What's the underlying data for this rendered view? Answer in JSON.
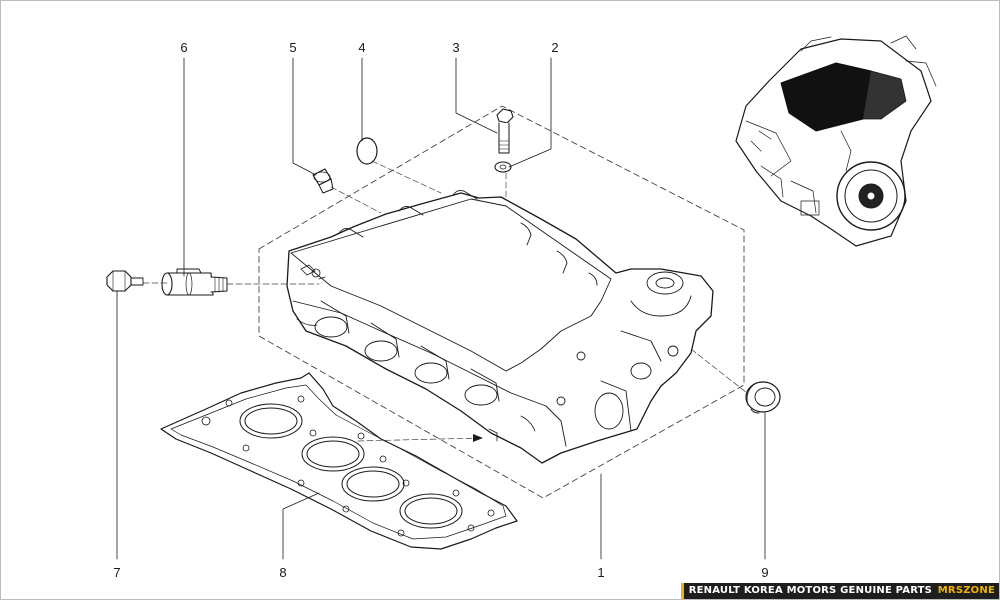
{
  "callouts": [
    {
      "id": "1",
      "label": "1"
    },
    {
      "id": "2",
      "label": "2"
    },
    {
      "id": "3",
      "label": "3"
    },
    {
      "id": "4",
      "label": "4"
    },
    {
      "id": "5",
      "label": "5"
    },
    {
      "id": "6",
      "label": "6"
    },
    {
      "id": "7",
      "label": "7"
    },
    {
      "id": "8",
      "label": "8"
    },
    {
      "id": "9",
      "label": "9"
    }
  ],
  "footer": {
    "text": "RENAULT KOREA MOTORS GENUINE PARTS",
    "brand": "MRSZONE"
  },
  "colors": {
    "line": "#1a1a1a",
    "dash": "#444444",
    "footer_bg": "#1e1e1e",
    "footer_text": "#ffffff",
    "accent": "#f0b400"
  },
  "icons": {
    "engine_thumbnail": "engine-assembly-icon"
  }
}
